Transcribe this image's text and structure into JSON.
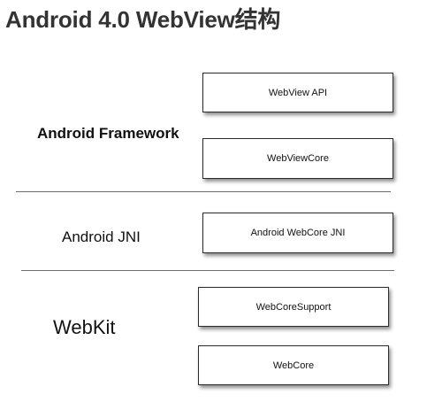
{
  "title": "Android 4.0 WebView结构",
  "layers": {
    "framework": {
      "label": "Android Framework",
      "components": [
        "WebView API",
        "WebViewCore"
      ]
    },
    "jni": {
      "label": "Android JNI",
      "components": [
        "Android WebCore JNI"
      ]
    },
    "webkit": {
      "label": "WebKit",
      "components": [
        "WebCoreSupport",
        "WebCore"
      ]
    }
  }
}
